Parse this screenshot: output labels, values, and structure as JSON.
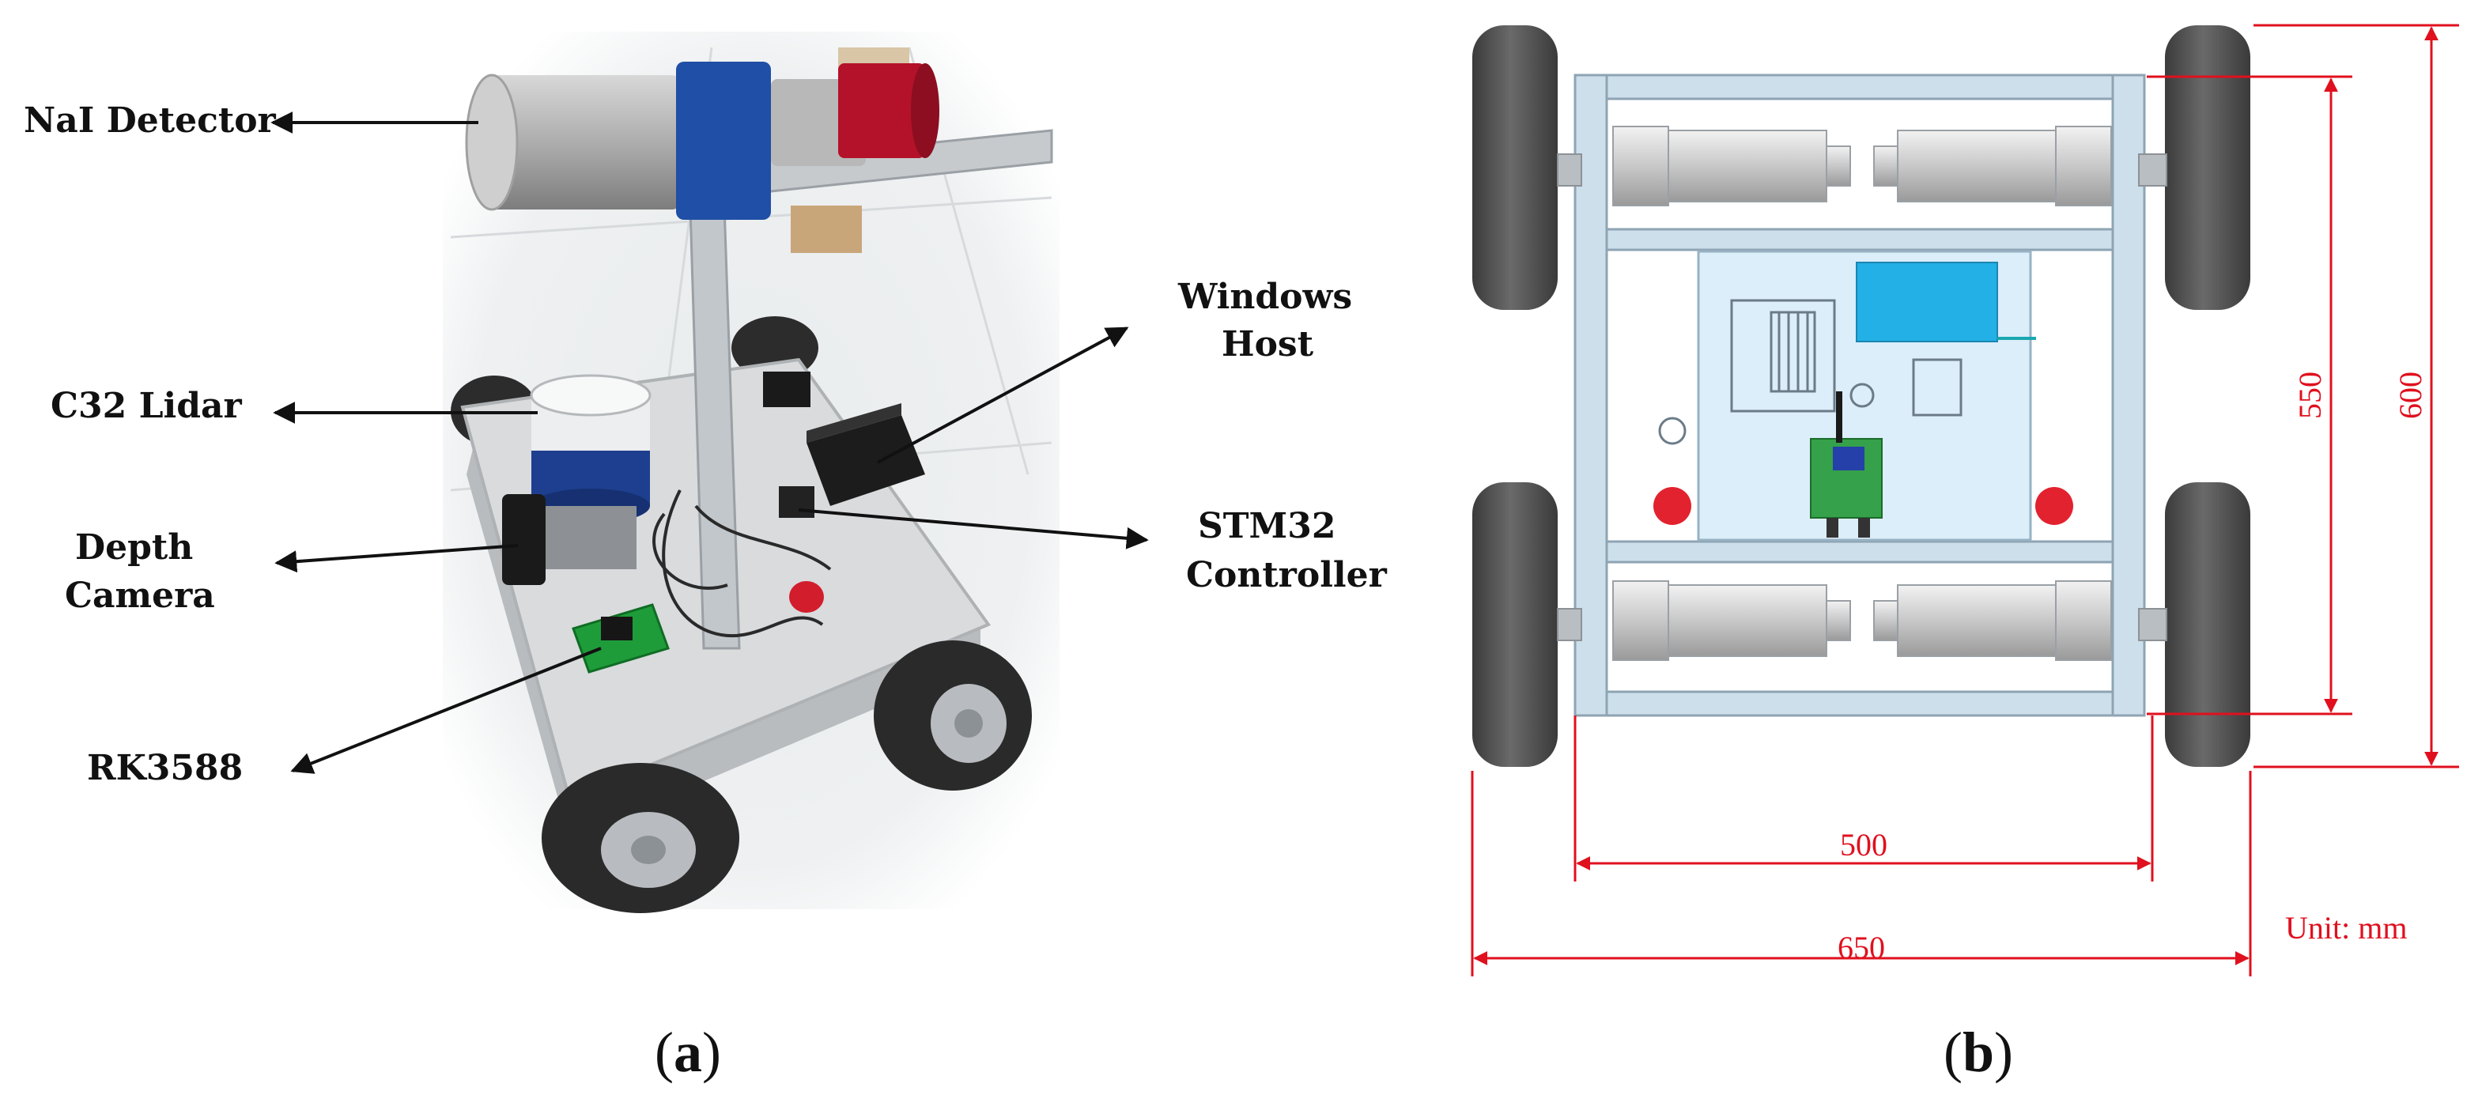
{
  "panel_a": {
    "labels": {
      "nai": "NaI Detector",
      "lidar": "C32 Lidar",
      "depth1": "Depth",
      "depth2": "Camera",
      "rk": "RK3588",
      "win1": "Windows",
      "win2": "Host",
      "stm1": "STM32",
      "stm2": "Controller"
    },
    "caption_open": "(",
    "caption_letter": "a",
    "caption_close": ")"
  },
  "panel_b": {
    "dims": {
      "d550": "550",
      "d600": "600",
      "d500": "500",
      "d650": "650",
      "unit": "Unit: mm"
    },
    "caption_open": "(",
    "caption_letter": "b",
    "caption_close": ")"
  },
  "colors": {
    "dimension_red": "#e0101e",
    "text_black": "#111111",
    "frame_blue": "#c9dce8",
    "plate_blue": "#dbeefb",
    "wheel_grey": "#4e4e4e"
  }
}
